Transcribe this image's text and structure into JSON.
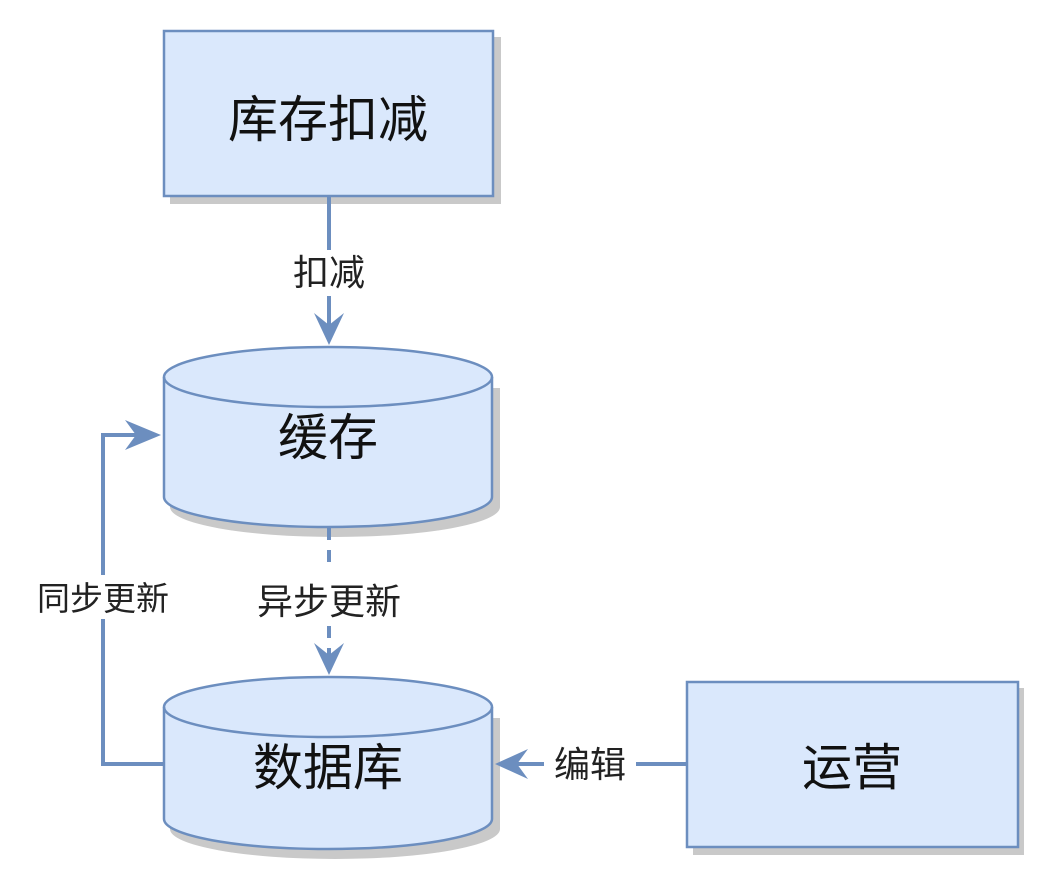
{
  "nodes": {
    "inventory_deduction": {
      "label": "库存扣减",
      "shape": "rectangle"
    },
    "cache": {
      "label": "缓存",
      "shape": "cylinder"
    },
    "database": {
      "label": "数据库",
      "shape": "cylinder"
    },
    "operations": {
      "label": "运营",
      "shape": "rectangle"
    }
  },
  "edges": {
    "deduct": {
      "label": "扣减",
      "from": "库存扣减",
      "to": "缓存",
      "style": "solid"
    },
    "async_update": {
      "label": "异步更新",
      "from": "缓存",
      "to": "数据库",
      "style": "dashed"
    },
    "sync_update": {
      "label": "同步更新",
      "from": "数据库",
      "to": "缓存",
      "style": "solid"
    },
    "edit": {
      "label": "编辑",
      "from": "运营",
      "to": "数据库",
      "style": "solid"
    }
  },
  "colors": {
    "node_fill": "#dae8fc",
    "node_stroke": "#6c8ebf",
    "shadow": "#c8c8c8",
    "edge": "#6c8ebf",
    "text": "#111111"
  }
}
